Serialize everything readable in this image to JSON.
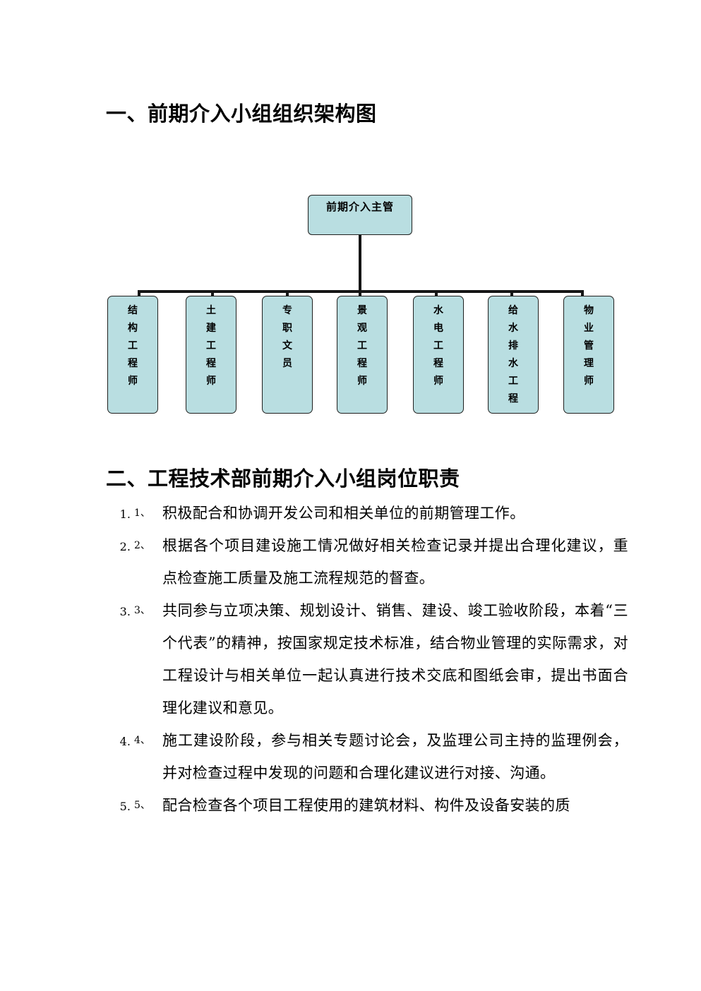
{
  "document": {
    "section_1": {
      "heading": "一、前期介入小组组织架构图"
    },
    "section_2": {
      "heading": "二、工程技术部前期介入小组岗位职责"
    }
  },
  "org_chart": {
    "node_fill_color": "#b9dee1",
    "node_border_color": "#20201f",
    "connector_color": "#151515",
    "root": {
      "label": "前期介入主管"
    },
    "children": [
      {
        "label": "结构工程师"
      },
      {
        "label": "土建工程师"
      },
      {
        "label": "专职文员"
      },
      {
        "label": "景观工程师"
      },
      {
        "label": "水电工程师"
      },
      {
        "label": "给水排水工程"
      },
      {
        "label": "物业管理师"
      }
    ]
  },
  "responsibilities": [
    {
      "marker": "1、",
      "text": "积极配合和协调开发公司和相关单位的前期管理工作。"
    },
    {
      "marker": "2、",
      "text": "根据各个项目建设施工情况做好相关检查记录并提出合理化建议，重点检查施工质量及施工流程规范的督查。"
    },
    {
      "marker": "3、",
      "text": "共同参与立项决策、规划设计、销售、建设、竣工验收阶段，本着“三个代表”的精神，按国家规定技术标准，结合物业管理的实际需求，对工程设计与相关单位一起认真进行技术交底和图纸会审，提出书面合理化建议和意见。"
    },
    {
      "marker": "4、",
      "text": "施工建设阶段，参与相关专题讨论会，及监理公司主持的监理例会，并对检查过程中发现的问题和合理化建议进行对接、沟通。"
    },
    {
      "marker": "5、",
      "text": "配合检查各个项目工程使用的建筑材料、构件及设备安装的质"
    }
  ]
}
